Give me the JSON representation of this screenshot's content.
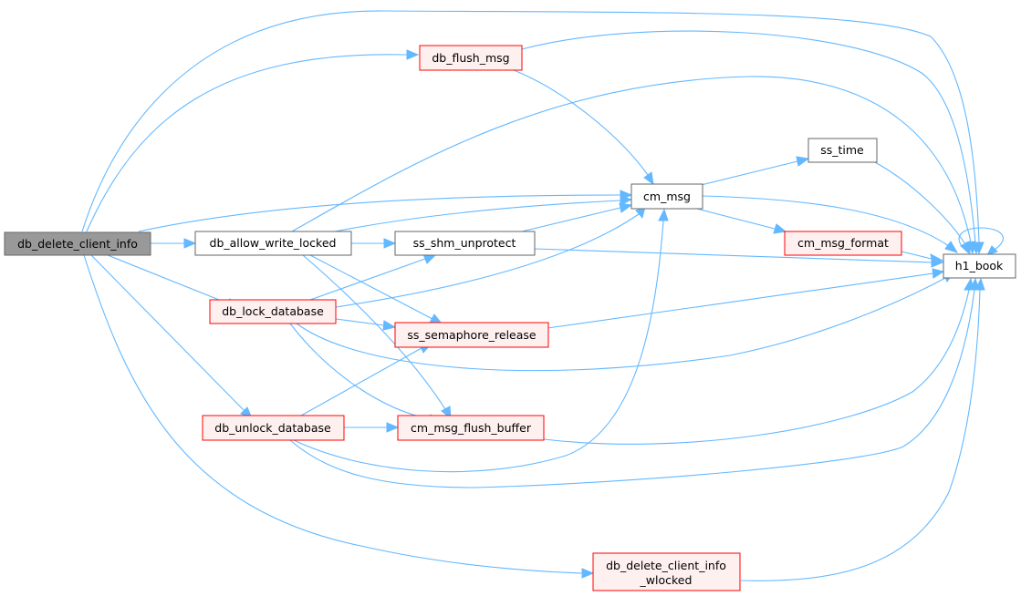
{
  "graph": {
    "colors": {
      "edge": "#63b8ff",
      "root_fill": "#999999",
      "root_border": "#666666",
      "normal_fill": "#ffffff",
      "normal_border": "#666666",
      "truncated_fill": "#fff0f0",
      "truncated_border": "#ff0000"
    },
    "nodes": {
      "db_delete_client_info": {
        "label": "db_delete_client_info",
        "style": "root"
      },
      "db_flush_msg": {
        "label": "db_flush_msg",
        "style": "truncated"
      },
      "db_allow_write_locked": {
        "label": "db_allow_write_locked",
        "style": "normal"
      },
      "ss_shm_unprotect": {
        "label": "ss_shm_unprotect",
        "style": "normal"
      },
      "cm_msg": {
        "label": "cm_msg",
        "style": "normal"
      },
      "ss_time": {
        "label": "ss_time",
        "style": "normal"
      },
      "cm_msg_format": {
        "label": "cm_msg_format",
        "style": "truncated"
      },
      "h1_book": {
        "label": "h1_book",
        "style": "normal"
      },
      "db_lock_database": {
        "label": "db_lock_database",
        "style": "truncated"
      },
      "ss_semaphore_release": {
        "label": "ss_semaphore_release",
        "style": "truncated"
      },
      "db_unlock_database": {
        "label": "db_unlock_database",
        "style": "truncated"
      },
      "cm_msg_flush_buffer": {
        "label": "cm_msg_flush_buffer",
        "style": "truncated"
      },
      "db_delete_client_info_wlocked": {
        "label_line1": "db_delete_client_info",
        "label_line2": "_wlocked",
        "style": "truncated"
      }
    },
    "edges": [
      [
        "db_delete_client_info",
        "db_flush_msg"
      ],
      [
        "db_delete_client_info",
        "h1_book"
      ],
      [
        "db_delete_client_info",
        "cm_msg"
      ],
      [
        "db_delete_client_info",
        "db_allow_write_locked"
      ],
      [
        "db_delete_client_info",
        "db_lock_database"
      ],
      [
        "db_delete_client_info",
        "db_unlock_database"
      ],
      [
        "db_delete_client_info",
        "db_delete_client_info_wlocked"
      ],
      [
        "db_flush_msg",
        "h1_book"
      ],
      [
        "db_flush_msg",
        "cm_msg"
      ],
      [
        "db_allow_write_locked",
        "h1_book"
      ],
      [
        "db_allow_write_locked",
        "cm_msg"
      ],
      [
        "db_allow_write_locked",
        "ss_shm_unprotect"
      ],
      [
        "db_allow_write_locked",
        "ss_semaphore_release"
      ],
      [
        "db_allow_write_locked",
        "cm_msg_flush_buffer"
      ],
      [
        "ss_shm_unprotect",
        "cm_msg"
      ],
      [
        "ss_shm_unprotect",
        "h1_book"
      ],
      [
        "cm_msg",
        "ss_time"
      ],
      [
        "cm_msg",
        "cm_msg_format"
      ],
      [
        "cm_msg",
        "h1_book"
      ],
      [
        "ss_time",
        "h1_book"
      ],
      [
        "cm_msg_format",
        "h1_book"
      ],
      [
        "h1_book",
        "h1_book"
      ],
      [
        "db_lock_database",
        "ss_shm_unprotect"
      ],
      [
        "db_lock_database",
        "cm_msg"
      ],
      [
        "db_lock_database",
        "ss_semaphore_release"
      ],
      [
        "db_lock_database",
        "h1_book"
      ],
      [
        "db_lock_database",
        "cm_msg_flush_buffer"
      ],
      [
        "ss_semaphore_release",
        "h1_book"
      ],
      [
        "db_unlock_database",
        "ss_semaphore_release"
      ],
      [
        "db_unlock_database",
        "cm_msg_flush_buffer"
      ],
      [
        "db_unlock_database",
        "cm_msg"
      ],
      [
        "db_unlock_database",
        "h1_book"
      ],
      [
        "cm_msg_flush_buffer",
        "h1_book"
      ],
      [
        "db_delete_client_info_wlocked",
        "h1_book"
      ]
    ]
  }
}
